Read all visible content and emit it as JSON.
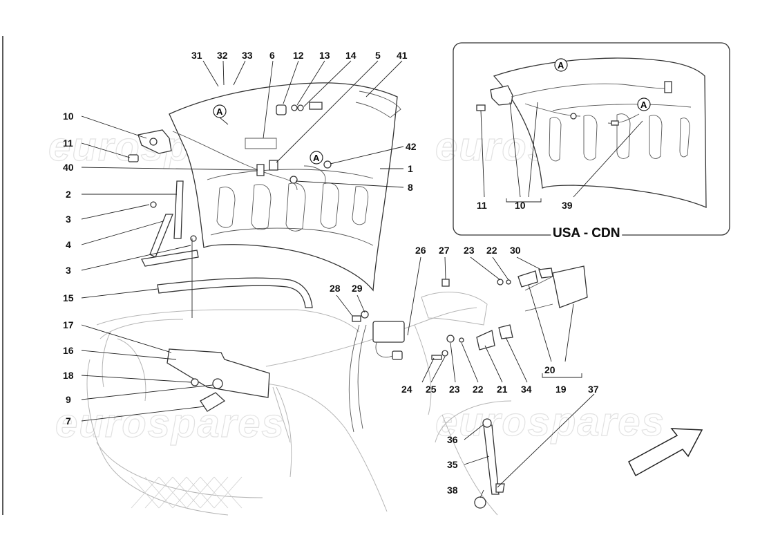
{
  "diagram": {
    "watermark": "eurospares",
    "inset_title": "USA - CDN",
    "callout_letter": "A",
    "main_labels": [
      "31",
      "32",
      "33",
      "6",
      "12",
      "13",
      "14",
      "5",
      "41",
      "10",
      "11",
      "40",
      "42",
      "1",
      "8",
      "2",
      "3",
      "4",
      "3",
      "15",
      "17",
      "16",
      "18",
      "9",
      "7",
      "28",
      "29",
      "26",
      "27",
      "23",
      "22",
      "30",
      "24",
      "25",
      "23",
      "22",
      "21",
      "34",
      "20",
      "19",
      "37",
      "36",
      "35",
      "38"
    ],
    "inset_labels": [
      "11",
      "10",
      "39"
    ]
  }
}
